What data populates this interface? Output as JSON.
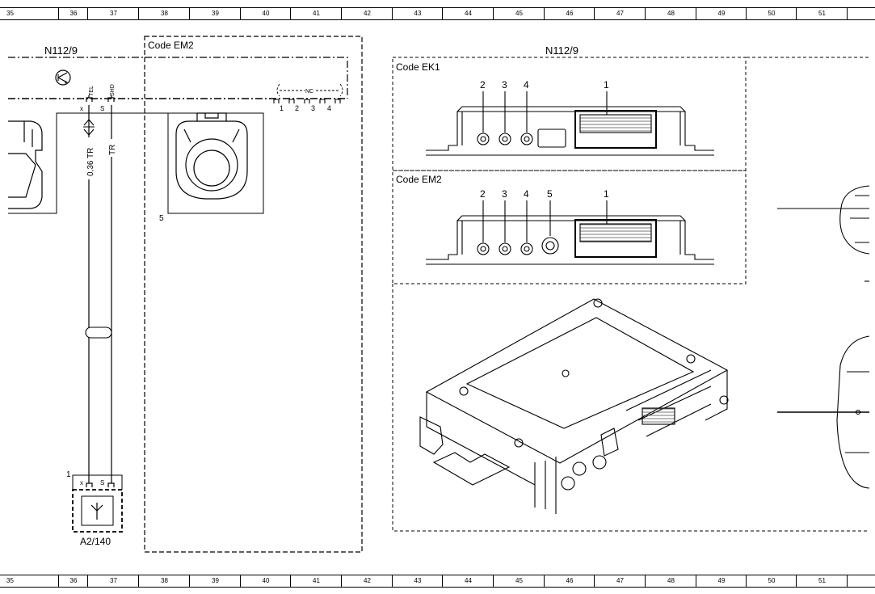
{
  "grid_columns": [
    "35",
    "36",
    "37",
    "38",
    "39",
    "40",
    "41",
    "42",
    "43",
    "44",
    "45",
    "46",
    "47",
    "48",
    "49",
    "50",
    "51"
  ],
  "left_module": {
    "designation": "N112/9",
    "pin_tel": "TEL",
    "pin_shd": "SHD",
    "pin_x": "x",
    "pin_s": "S",
    "wire_1": "0,36 TR",
    "wire_2": "TR"
  },
  "code_em2_box": {
    "title": "Code EM2",
    "nc_label": "NC",
    "pins": [
      "1",
      "2",
      "3",
      "4"
    ],
    "connector_callout": "5"
  },
  "antenna": {
    "callout": "1",
    "pin_x": "x",
    "pin_s": "S",
    "designation": "A2/140"
  },
  "right_module": {
    "designation": "N112/9",
    "ek1": {
      "title": "Code EK1",
      "callouts": [
        "2",
        "3",
        "4",
        "1"
      ]
    },
    "em2": {
      "title": "Code EM2",
      "callouts": [
        "2",
        "3",
        "4",
        "5",
        "1"
      ]
    }
  }
}
